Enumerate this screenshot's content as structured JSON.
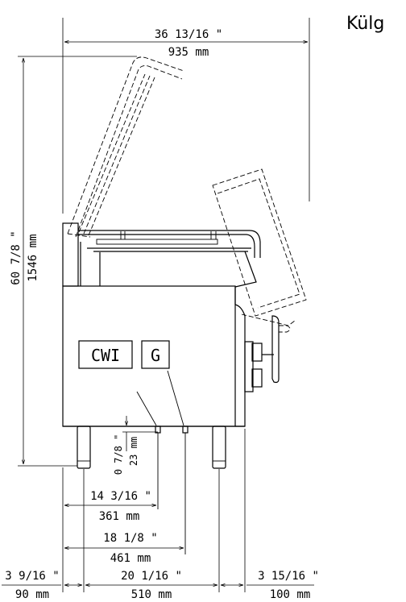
{
  "brand": "Külg",
  "labels": {
    "cwi": "CWI",
    "g": "G"
  },
  "dimensions": {
    "overall_width_in": "36 13/16 \"",
    "overall_width_mm": "935 mm",
    "overall_height_in": "60 7/8 \"",
    "overall_height_mm": "1546 mm",
    "inlet_height_in": "0 7/8 \"",
    "inlet_height_mm": "23 mm",
    "cwi_offset_in": "14 3/16 \"",
    "cwi_offset_mm": "361 mm",
    "g_offset_in": "18 1/8 \"",
    "g_offset_mm": "461 mm",
    "left_in": "3 9/16 \"",
    "left_mm": "90 mm",
    "center_in": "20 1/16 \"",
    "center_mm": "510 mm",
    "right_in": "3 15/16 \"",
    "right_mm": "100 mm"
  }
}
